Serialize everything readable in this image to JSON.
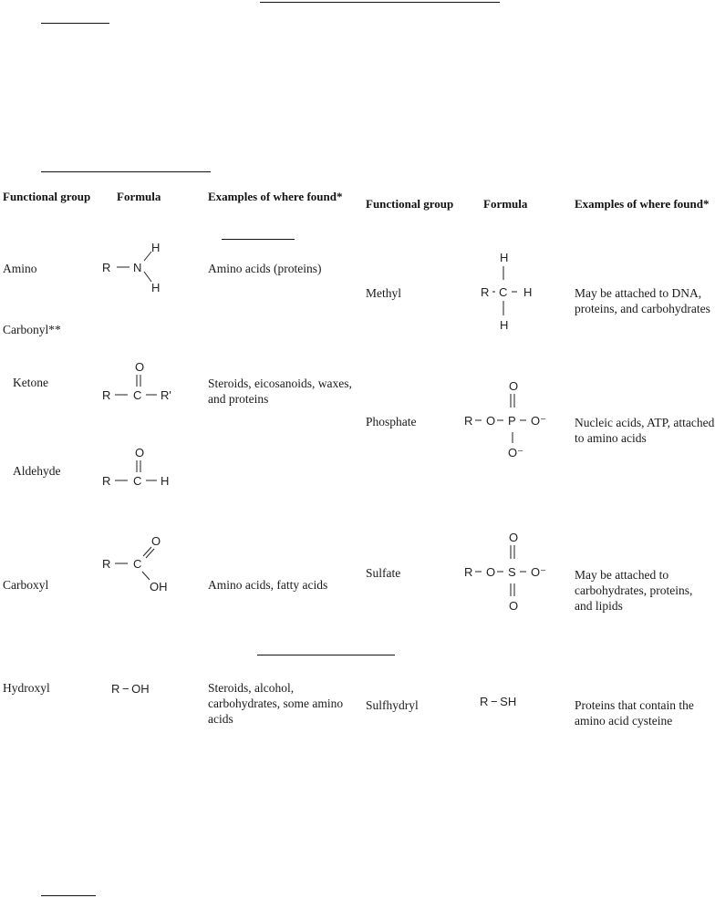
{
  "left": {
    "headers": {
      "group": "Functional group",
      "formula": "Formula",
      "examples": "Examples of where found*"
    },
    "rows": [
      {
        "group": "Amino",
        "examples": "Amino acids (proteins)"
      },
      {
        "group": "Carbonyl**",
        "examples": ""
      },
      {
        "group": "Ketone",
        "examples": "Steroids, eicosanoids, waxes, and proteins"
      },
      {
        "group": "Aldehyde",
        "examples": ""
      },
      {
        "group": "Carboxyl",
        "examples": "Amino acids, fatty acids"
      },
      {
        "group": "Hydroxyl",
        "examples": "Steroids, alcohol, carbohydrates, some amino acids"
      }
    ]
  },
  "right": {
    "headers": {
      "group": "Functional group",
      "formula": "Formula",
      "examples": "Examples of where found*"
    },
    "rows": [
      {
        "group": "Methyl",
        "examples": "May be attached to DNA, proteins, and carbohydrates"
      },
      {
        "group": "Phosphate",
        "examples": "Nucleic acids, ATP, attached to amino acids"
      },
      {
        "group": "Sulfate",
        "examples": "May be attached to carbohydrates, proteins, and lipids"
      },
      {
        "group": "Sulfhydryl",
        "examples": "Proteins that contain the amino acid cysteine"
      }
    ]
  },
  "formulas": {
    "R": "R",
    "N": "N",
    "H": "H",
    "C": "C",
    "O": "O",
    "S": "S",
    "P": "P",
    "R_prime": "R'",
    "OH": "OH",
    "O_minus": "O⁻",
    "R_OH": "R − OH",
    "R_SH": "R − SH"
  }
}
